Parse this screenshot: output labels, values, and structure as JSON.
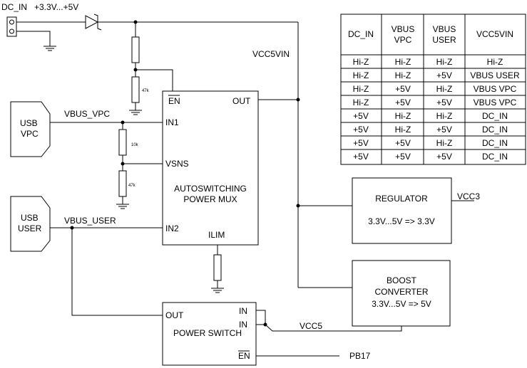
{
  "connector": {
    "name": "DC_IN",
    "voltage": "+3.3V...+5V"
  },
  "nets": {
    "vcc5vin": "VCC5VIN",
    "vbus_vpc": "VBUS_VPC",
    "vbus_user": "VBUS_USER",
    "vcc5": "VCC5",
    "vcc3": "VCC3",
    "pb17": "PB17"
  },
  "resistors": {
    "r_top": "47k",
    "r_mid": "10k",
    "r_bot": "47k"
  },
  "usb_vpc": {
    "line1": "USB",
    "line2": "VPC"
  },
  "usb_user": {
    "line1": "USB",
    "line2": "USER"
  },
  "mux": {
    "pin_en": "EN",
    "pin_out": "OUT",
    "pin_in1": "IN1",
    "pin_vsns": "VSNS",
    "pin_in2": "IN2",
    "pin_ilim": "ILIM",
    "title1": "AUTOSWITCHING",
    "title2": "POWER MUX"
  },
  "regulator": {
    "title": "REGULATOR",
    "spec": "3.3V...5V => 3.3V"
  },
  "boost": {
    "title1": "BOOST",
    "title2": "CONVERTER",
    "spec": "3.3V...5V => 5V"
  },
  "power_switch": {
    "pin_out": "OUT",
    "pin_in_a": "IN",
    "pin_in_b": "IN",
    "pin_en": "EN",
    "title": "POWER SWITCH"
  },
  "truth_table": {
    "headers": [
      [
        "DC_IN"
      ],
      [
        "VBUS",
        "VPC"
      ],
      [
        "VBUS",
        "USER"
      ],
      [
        "VCC5VIN"
      ]
    ],
    "rows": [
      [
        "Hi-Z",
        "Hi-Z",
        "Hi-Z",
        "Hi-Z"
      ],
      [
        "Hi-Z",
        "Hi-Z",
        "+5V",
        "VBUS USER"
      ],
      [
        "Hi-Z",
        "+5V",
        "Hi-Z",
        "VBUS VPC"
      ],
      [
        "Hi-Z",
        "+5V",
        "+5V",
        "VBUS VPC"
      ],
      [
        "+5V",
        "Hi-Z",
        "Hi-Z",
        "DC_IN"
      ],
      [
        "+5V",
        "Hi-Z",
        "+5V",
        "DC_IN"
      ],
      [
        "+5V",
        "+5V",
        "Hi-Z",
        "DC_IN"
      ],
      [
        "+5V",
        "+5V",
        "+5V",
        "DC_IN"
      ]
    ]
  }
}
